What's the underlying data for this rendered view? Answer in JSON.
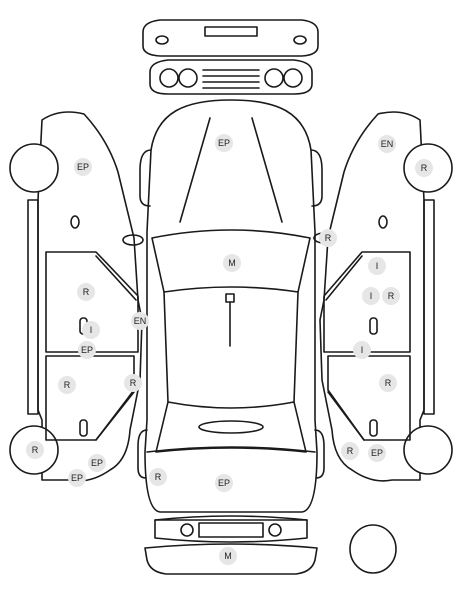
{
  "colors": {
    "line": "#1a1a1a",
    "marker_fill": "#e6e6e6",
    "marker_text": "#222222",
    "background": "#ffffff"
  },
  "markers": [
    {
      "id": "m1",
      "label": "EP",
      "zone": "hood"
    },
    {
      "id": "m2",
      "label": "M",
      "zone": "roof"
    },
    {
      "id": "m3",
      "label": "R",
      "zone": "right-mirror"
    },
    {
      "id": "m4",
      "label": "EP",
      "zone": "trunk"
    },
    {
      "id": "m5",
      "label": "R",
      "zone": "rear-left-corner"
    },
    {
      "id": "m6",
      "label": "M",
      "zone": "rear-bumper"
    },
    {
      "id": "m7",
      "label": "EP",
      "zone": "left-front-fender"
    },
    {
      "id": "m8",
      "label": "R",
      "zone": "left-front-door"
    },
    {
      "id": "m9",
      "label": "I",
      "zone": "left-front-door-handle"
    },
    {
      "id": "m10",
      "label": "EP",
      "zone": "left-front-door-lower"
    },
    {
      "id": "m11",
      "label": "EN",
      "zone": "left-b-pillar"
    },
    {
      "id": "m12",
      "label": "R",
      "zone": "left-rear-door"
    },
    {
      "id": "m13",
      "label": "R",
      "zone": "left-c-pillar"
    },
    {
      "id": "m14",
      "label": "R",
      "zone": "left-rear-wheel"
    },
    {
      "id": "m15",
      "label": "EP",
      "zone": "left-rear-fender"
    },
    {
      "id": "m16",
      "label": "EP",
      "zone": "left-rear-quarter"
    },
    {
      "id": "m17",
      "label": "EN",
      "zone": "right-front-fender"
    },
    {
      "id": "m18",
      "label": "R",
      "zone": "right-front-wheel"
    },
    {
      "id": "m19",
      "label": "I",
      "zone": "right-front-door-upper"
    },
    {
      "id": "m20",
      "label": "I",
      "zone": "right-front-door-handle"
    },
    {
      "id": "m21",
      "label": "R",
      "zone": "right-front-door"
    },
    {
      "id": "m22",
      "label": "I",
      "zone": "right-b-pillar"
    },
    {
      "id": "m23",
      "label": "R",
      "zone": "right-rear-door"
    },
    {
      "id": "m24",
      "label": "R",
      "zone": "right-c-pillar"
    },
    {
      "id": "m25",
      "label": "EP",
      "zone": "right-rear-fender"
    }
  ]
}
